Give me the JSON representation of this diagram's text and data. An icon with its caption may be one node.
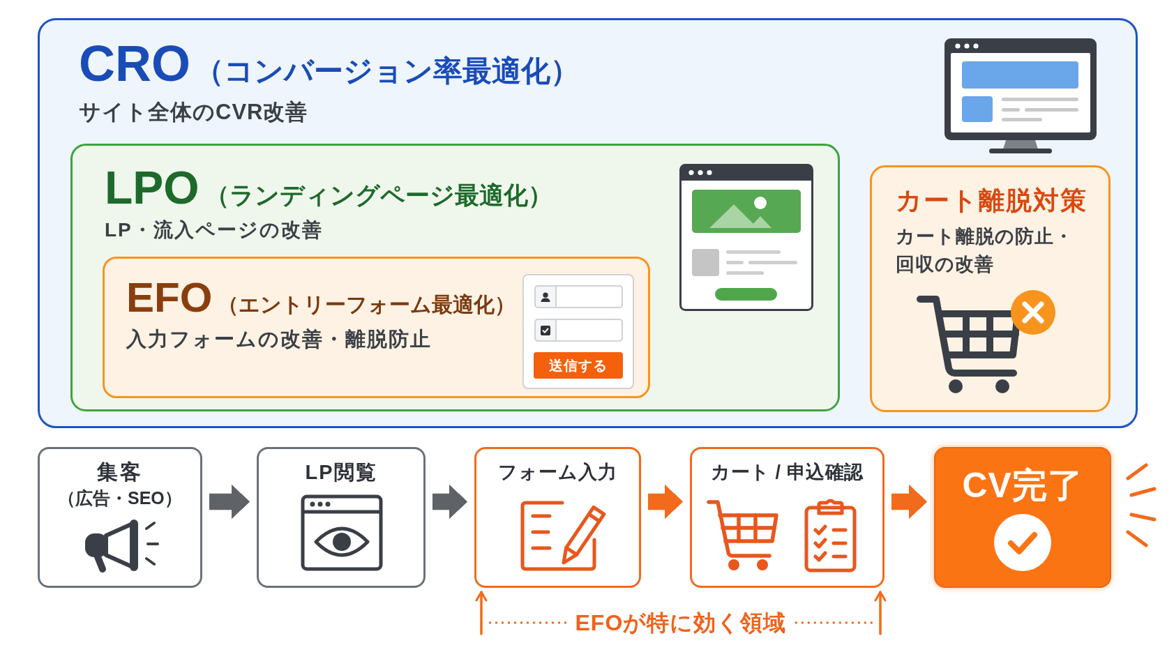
{
  "diagram": {
    "nodes": [
      {
        "text": [
          "CRO",
          "（コンバージョン率最適化）",
          "サイト全体のCVR改善"
        ]
      },
      {
        "text": [
          "LPO",
          "（ランディングページ最適化）",
          "LP・流入ページの改善"
        ],
        "in": 0
      },
      {
        "text": [
          "EFO",
          "（エントリーフォーム最適化）",
          "入力フォームの改善・離脱防止"
        ],
        "in": 1
      },
      {
        "text": [
          "カート離脱対策",
          "カート離脱の防止・回収の改善"
        ],
        "in": 0
      },
      {
        "text": [
          "集客",
          "（広告・SEO）"
        ]
      },
      {
        "text": [
          "LP閲覧"
        ]
      },
      {
        "text": [
          "フォーム入力"
        ]
      },
      {
        "text": [
          "カート / 申込確認"
        ]
      },
      {
        "text": [
          "CV完了"
        ]
      },
      {
        "text": [
          "EFOが特に効く領域"
        ]
      }
    ],
    "edges": [
      {
        "from": 4,
        "to": 5,
        "arrow": "to",
        "color": "#5f6368"
      },
      {
        "from": 5,
        "to": 6,
        "arrow": "to",
        "color": "#5f6368"
      },
      {
        "from": 6,
        "to": 7,
        "arrow": "to"
      },
      {
        "from": 7,
        "to": 8,
        "arrow": "to"
      },
      {
        "from": 9,
        "to": 6,
        "arrow": "to",
        "style": "dashed"
      },
      {
        "from": 9,
        "to": 7,
        "arrow": "to",
        "style": "dashed"
      }
    ],
    "labels": [
      "送信する"
    ]
  }
}
